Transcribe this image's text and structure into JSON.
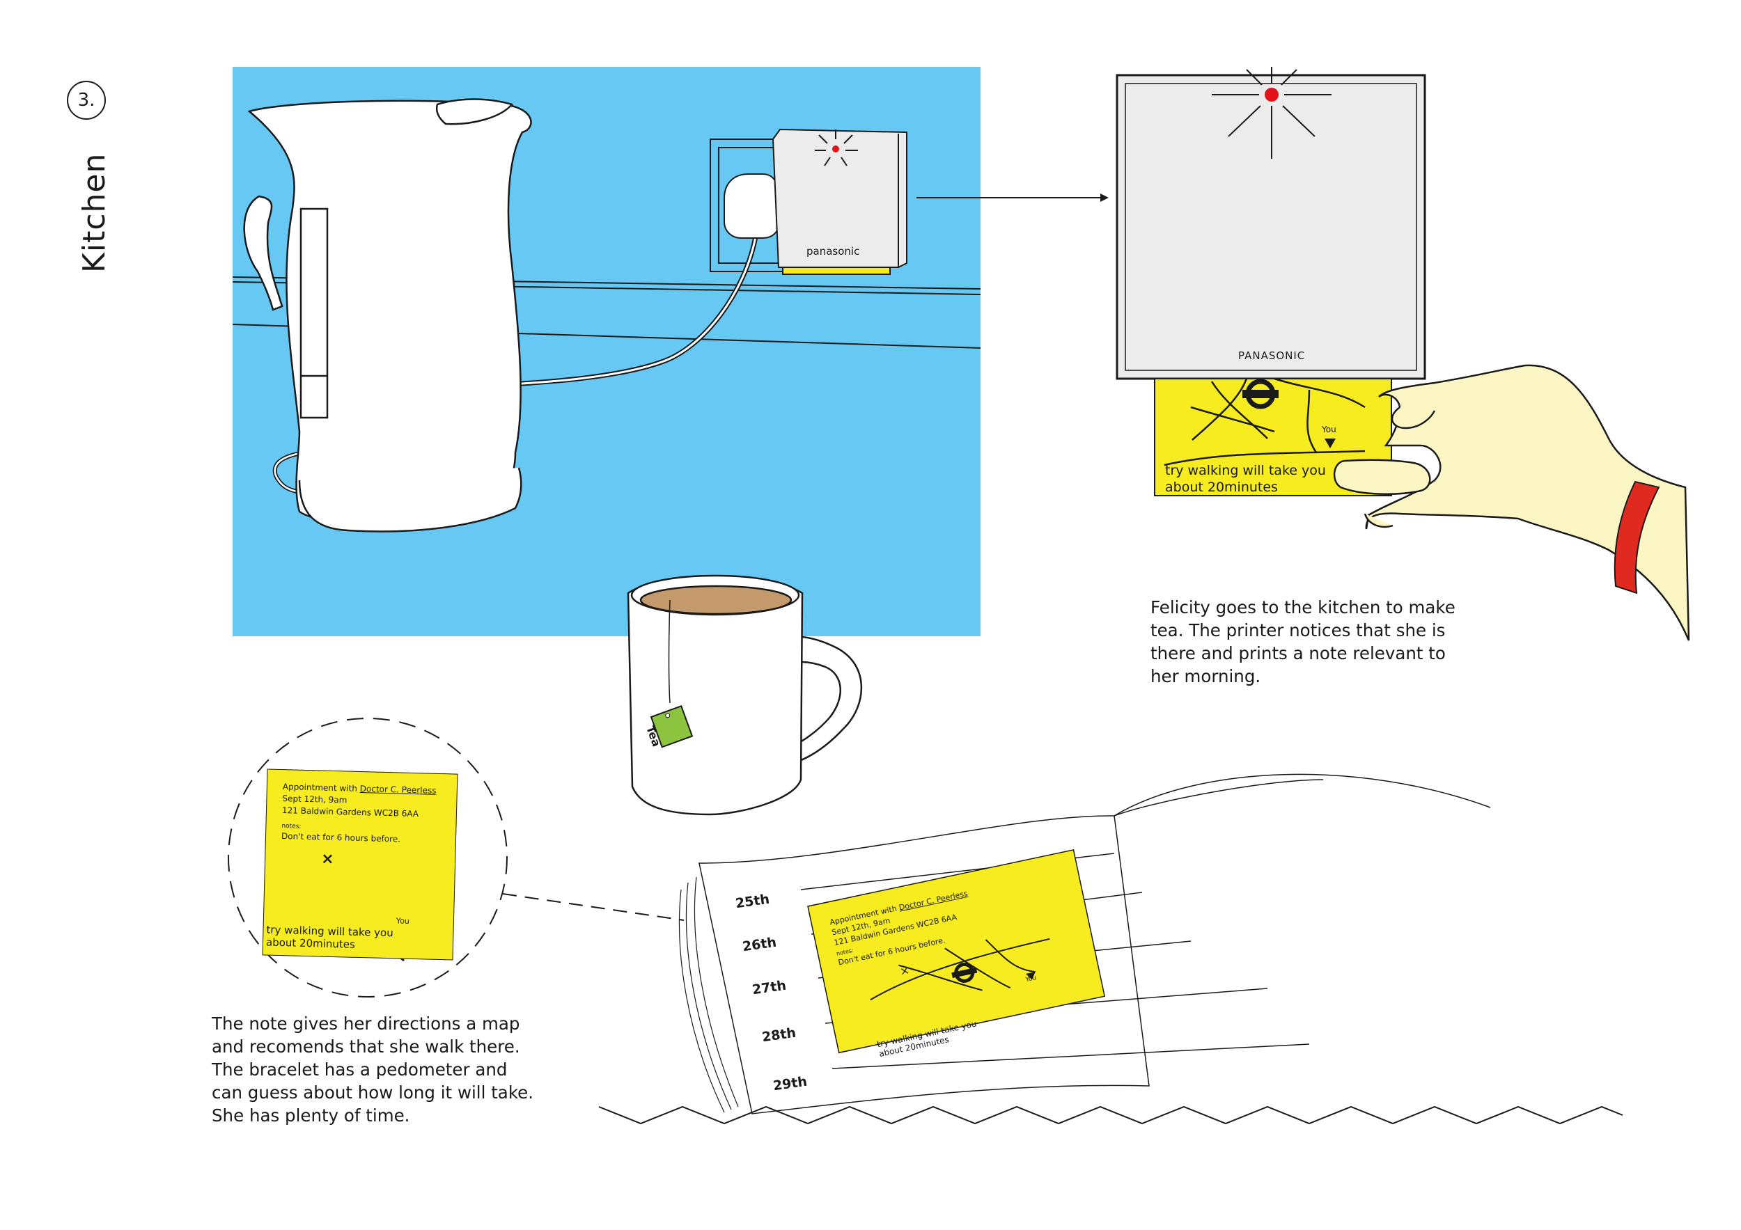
{
  "step": {
    "number": "3.",
    "title": "Kitchen"
  },
  "colors": {
    "wall": "#66c8f3",
    "note_yellow": "#f6ec1f",
    "printer_body": "#ececed",
    "glove": "#fbf6c4",
    "bracelet": "#e12a1f",
    "led": "#e3121a",
    "tea_tag": "#8cc43f",
    "tea": "#c49a6c"
  },
  "printer": {
    "brand_small": "panasonic",
    "brand_large": "PANASONIC"
  },
  "mug": {
    "tag_label": "Tea"
  },
  "printout": {
    "line1": "try walking will take you",
    "line2": "about 20minutes",
    "you_label": "You"
  },
  "note": {
    "appointment_prefix": "Appointment with ",
    "doctor": "Doctor C. Peerless",
    "date": "Sept 12th, 9am",
    "address": "121 Baldwin Gardens WC2B 6AA",
    "notes_label": "notes:",
    "notes_text": "Don't eat for 6 hours before.",
    "walk_line1": "try walking will take you",
    "walk_line2": "about 20minutes",
    "you_label": "You",
    "map_marker": "×"
  },
  "diary": {
    "dates": [
      "25th",
      "26th",
      "27th",
      "28th",
      "29th"
    ],
    "walk_text_small": "try walking will take you"
  },
  "captions": {
    "printer": "Felicity goes to the kitchen to make\ntea. The printer notices that she is\nthere and prints a note relevant to\nher morning.",
    "note": "The note gives her directions a map\nand recomends that she walk there.\nThe bracelet has a pedometer and\ncan guess about how long it will take.\nShe has plenty of time."
  },
  "icons": [
    "kettle-icon",
    "printer-icon",
    "plug-icon",
    "mug-icon",
    "hand-icon",
    "bracelet-icon",
    "underground-roundel-icon",
    "diary-icon"
  ]
}
